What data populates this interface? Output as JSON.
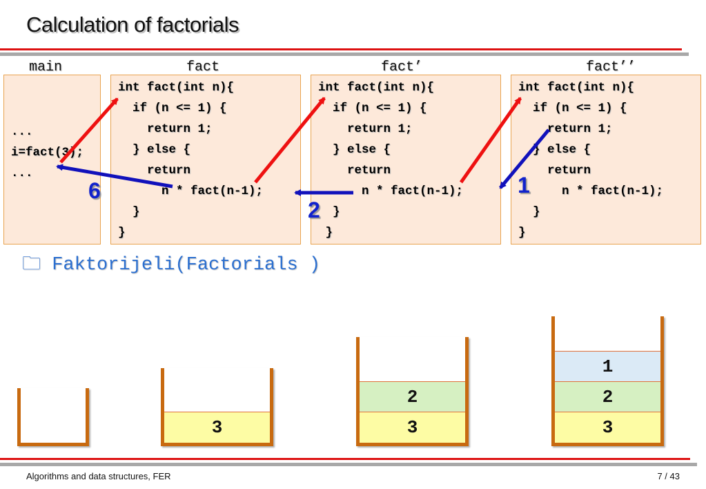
{
  "title": "Calculation of factorials",
  "columns": [
    {
      "label": "main",
      "lines": [
        "",
        "",
        "...",
        "i=fact(3);",
        "..."
      ]
    },
    {
      "label": "fact",
      "lines": [
        "int fact(int n){",
        "  if (n <= 1) {",
        "    return 1;",
        "  } else {",
        "    return",
        "      n * fact(n-1);",
        "  }",
        "}"
      ]
    },
    {
      "label": "fact’",
      "lines": [
        "int fact(int n){",
        "  if (n <= 1) {",
        "    return 1;",
        "  } else {",
        "    return",
        "      n * fact(n-1);",
        "  }",
        " }"
      ]
    },
    {
      "label": "fact’’",
      "lines": [
        "int fact(int n){",
        "  if (n <= 1) {",
        "    return 1;",
        "  } else {",
        "    return",
        "      n * fact(n-1);",
        "  }",
        "}"
      ]
    }
  ],
  "step_labels": {
    "one": "1",
    "two": "2",
    "six": "6"
  },
  "link": {
    "icon": "folder-icon",
    "text": "Faktorijeli(Factorials )"
  },
  "stacks": [
    {
      "cells": []
    },
    {
      "cells": [
        "3"
      ]
    },
    {
      "cells": [
        "2",
        "3"
      ]
    },
    {
      "cells": [
        "1",
        "2",
        "3"
      ]
    }
  ],
  "stack_colors": {
    "1": "#dbeaf6",
    "2": "#d6f0c2",
    "3": "#fdfca4"
  },
  "arrow_colors": {
    "call": "#ee1111",
    "return": "#1111bb"
  },
  "footer": {
    "left": "Algorithms and data structures, FER",
    "right": "7 / 43"
  }
}
